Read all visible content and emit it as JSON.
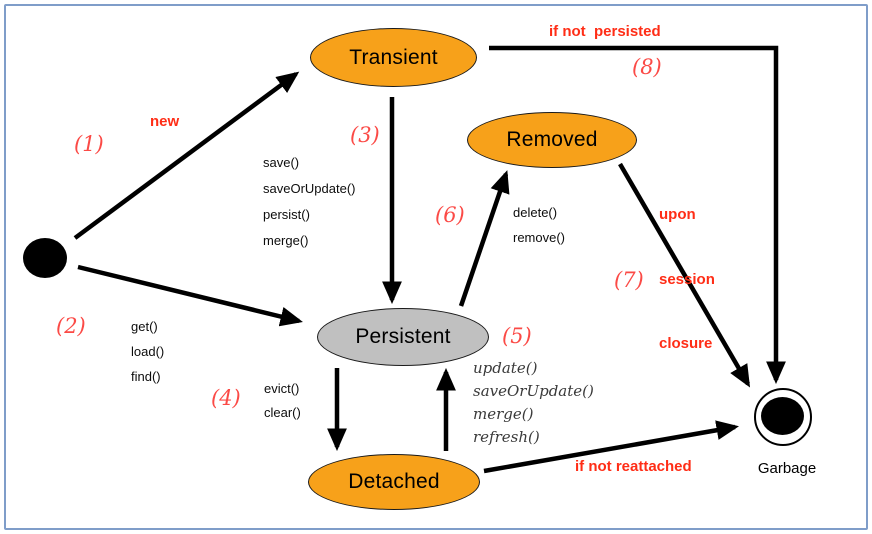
{
  "canvas": {
    "border_color": "#7f9dc9",
    "background": "#ffffff"
  },
  "colors": {
    "state_orange": "#f7a11a",
    "state_gray": "#c0c0c0",
    "caption_red": "#ff2d16",
    "number_red": "#fb4a46",
    "arrow_black": "#000000"
  },
  "states": {
    "transient": {
      "label": "Transient"
    },
    "removed": {
      "label": "Removed"
    },
    "persistent": {
      "label": "Persistent"
    },
    "detached": {
      "label": "Detached"
    }
  },
  "terminals": {
    "start": {
      "name": "initial-state-dot"
    },
    "garbage": {
      "label": "Garbage"
    }
  },
  "transitions": {
    "t1": {
      "num": "(1)",
      "caption": "new"
    },
    "t2": {
      "num": "(2)",
      "methods": [
        "get()",
        "load()",
        "find()"
      ]
    },
    "t3": {
      "num": "(3)",
      "methods": [
        "save()",
        "saveOrUpdate()",
        "persist()",
        "merge()"
      ]
    },
    "t4": {
      "num": "(4)",
      "methods": [
        "evict()",
        "clear()"
      ]
    },
    "t5": {
      "num": "(5)",
      "methods": [
        "update()",
        "saveOrUpdate()",
        "merge()",
        "refresh()"
      ]
    },
    "t6": {
      "num": "(6)",
      "methods": [
        "delete()",
        "remove()"
      ]
    },
    "t7": {
      "num": "(7)",
      "caption_lines": [
        "upon",
        "session",
        "closure"
      ]
    },
    "t8": {
      "num": "(8)",
      "caption": "if not  persisted"
    },
    "t9": {
      "caption": "if not reattached"
    }
  }
}
